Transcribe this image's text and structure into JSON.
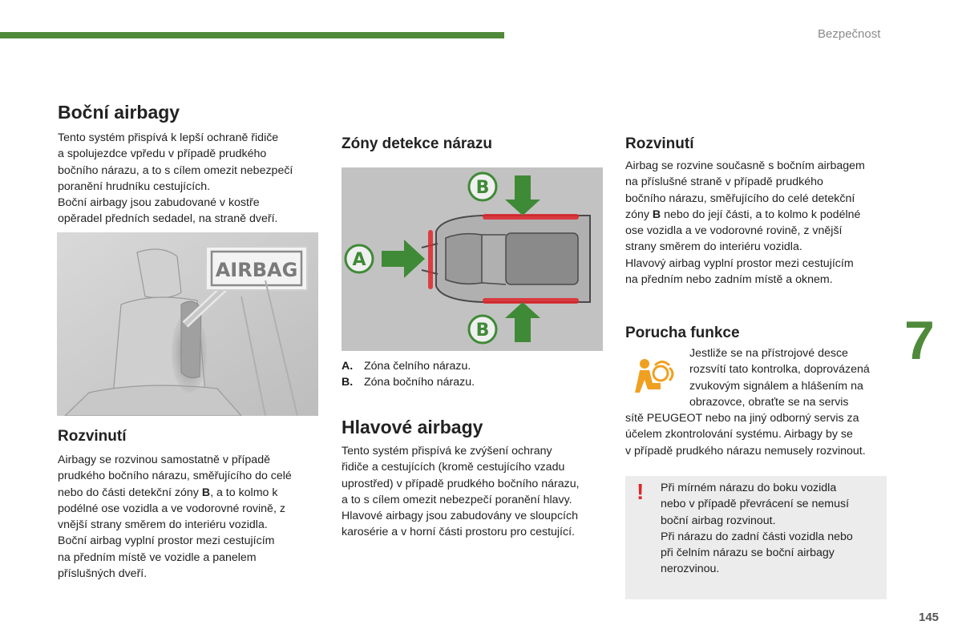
{
  "header": {
    "section": "Bezpečnost",
    "chapter_number": "7",
    "page_number": "145"
  },
  "col1": {
    "title": "Boční airbagy",
    "intro": "Tento systém přispívá k lepší ochraně řidiče\na spolujezdce vpředu v případě prudkého\nbočního nárazu, a to s cílem omezit nebezpečí\nporanění hrudníku cestujících.\nBoční airbagy jsou zabudované v kostře\nopěradel předních sedadel, na straně dveří.",
    "image_label": "AIRBAG",
    "deploy_title": "Rozvinutí",
    "deploy_text_1": "Airbagy se rozvinou samostatně v případě\nprudkého bočního nárazu, směřujícího do celé\nnebo do části detekční zóny ",
    "deploy_zone": "B",
    "deploy_text_2": ", a to kolmo k\npodélné ose vozidla a ve vodorovné rovině, z\nvnější strany směrem do interiéru vozidla.\nBoční airbag vyplní prostor mezi cestujícím\nna předním místě ve vozidle a panelem\npříslušných dveří."
  },
  "col2": {
    "zones_title": "Zóny detekce nárazu",
    "diagram_labels": {
      "a": "A",
      "b_top": "B",
      "b_bottom": "B"
    },
    "legend": [
      {
        "key": "A.",
        "text": "Zóna čelního nárazu."
      },
      {
        "key": "B.",
        "text": "Zóna bočního nárazu."
      }
    ],
    "head_title": "Hlavové airbagy",
    "head_text": "Tento systém přispívá ke zvýšení ochrany\nřidiče a cestujících (kromě cestujícího vzadu\nuprostřed) v případě prudkého bočního nárazu,\na to s cílem omezit nebezpečí poranění hlavy.\nHlavové airbagy jsou zabudovány ve sloupcích\nkarosérie a v horní části prostoru pro cestující."
  },
  "col3": {
    "deploy_title": "Rozvinutí",
    "deploy_text_1": "Airbag se rozvine současně s bočním airbagem\nna příslušné straně v případě prudkého\nbočního nárazu, směřujícího do celé detekční\nzóny ",
    "deploy_zone": "B",
    "deploy_text_2": " nebo do její části, a to kolmo k podélné\nose vozidla a ve vodorovné rovině, z vnější\nstrany směrem do interiéru vozidla.\nHlavový airbag vyplní prostor mezi cestujícím\nna předním nebo zadním místě a oknem.",
    "fault_title": "Porucha funkce",
    "fault_text_side": "Jestliže se na přístrojové desce\nrozsvítí tato kontrolka, doprovázená\nzvukovým signálem a hlášením na\nobrazovce, obraťte se na servis",
    "fault_text_full": "sítě PEUGEOT nebo na jiný odborný servis za\núčelem zkontrolování systému. Airbagy by se\nv případě prudkého nárazu nemusely rozvinout.",
    "warning_mark": "!",
    "warning_text": "Při mírném nárazu do boku vozidla\nnebo v případě převrácení se nemusí\nboční airbag rozvinout.\nPři nárazu do zadní části vozidla nebo\npři čelním nárazu se boční airbagy\nnerozvinou."
  },
  "colors": {
    "accent_green": "#4f8a3a",
    "warning_red": "#e0262b",
    "airbag_icon": "#f0a020"
  }
}
